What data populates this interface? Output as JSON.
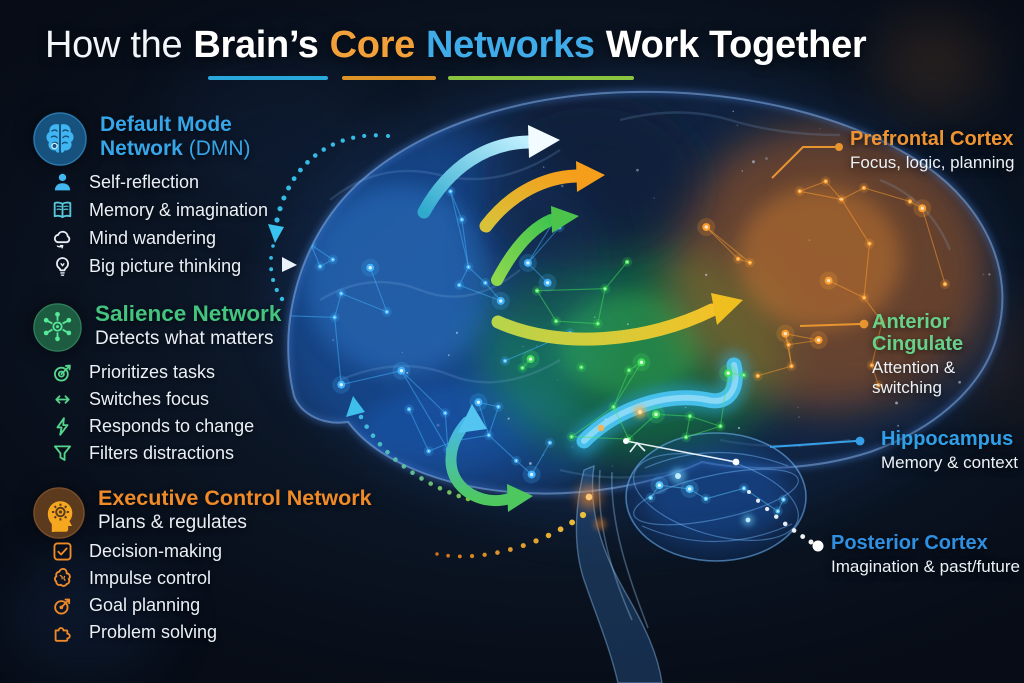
{
  "title": {
    "part1": "How the",
    "part2": "Brain’s",
    "part3": "Core",
    "part4": "Networks",
    "part5": "Work Together"
  },
  "sections": [
    {
      "id": "default-mode-network",
      "line1": "Default Mode",
      "line2": "Network",
      "suffix": "(DMN)",
      "color": "#36A6E8",
      "items": [
        {
          "icon": "person-icon",
          "label": "Self-reflection"
        },
        {
          "icon": "open-book-icon",
          "label": "Memory & imagination"
        },
        {
          "icon": "cloud-icon",
          "label": "Mind wandering"
        },
        {
          "icon": "lightbulb-icon",
          "label": "Big picture thinking"
        }
      ]
    },
    {
      "id": "salience-network",
      "title": "Salience Network",
      "subtitle": "Detects what matters",
      "color": "#43C47F",
      "items": [
        {
          "icon": "target-arrow-icon",
          "label": "Prioritizes tasks"
        },
        {
          "icon": "swap-arrows-icon",
          "label": "Switches focus"
        },
        {
          "icon": "lightning-icon",
          "label": "Responds to change"
        },
        {
          "icon": "funnel-icon",
          "label": "Filters distractions"
        }
      ]
    },
    {
      "id": "executive-control-network",
      "title": "Executive Control Network",
      "subtitle": "Plans & regulates",
      "color": "#EF8A28",
      "items": [
        {
          "icon": "checkbox-check-icon",
          "label": "Decision-making"
        },
        {
          "icon": "brain-outline-icon",
          "label": "Impulse control"
        },
        {
          "icon": "goal-target-icon",
          "label": "Goal planning"
        },
        {
          "icon": "puzzle-icon",
          "label": "Problem solving"
        }
      ]
    }
  ],
  "brain_labels": [
    {
      "name": "Prefrontal Cortex",
      "desc": "Focus, logic, planning",
      "color": "#EF9330"
    },
    {
      "name": "Anterior Cingulate",
      "desc": "Attention & switching",
      "color": "#67D189"
    },
    {
      "name": "Hippocampus",
      "desc": "Memory & context",
      "color": "#2F9FE8"
    },
    {
      "name": "Posterior Cortex",
      "desc": "Imagination & past/future",
      "color": "#2F8FE0"
    }
  ],
  "colors": {
    "title_orange": "#F2A03A",
    "title_blue": "#3FABE8",
    "underline_blue": "#29A8DC",
    "underline_orange": "#DD9325",
    "underline_green": "#8BC53F",
    "network_blue": "#43B4FF",
    "network_green": "#43E45C",
    "network_orange": "#FFA030"
  }
}
